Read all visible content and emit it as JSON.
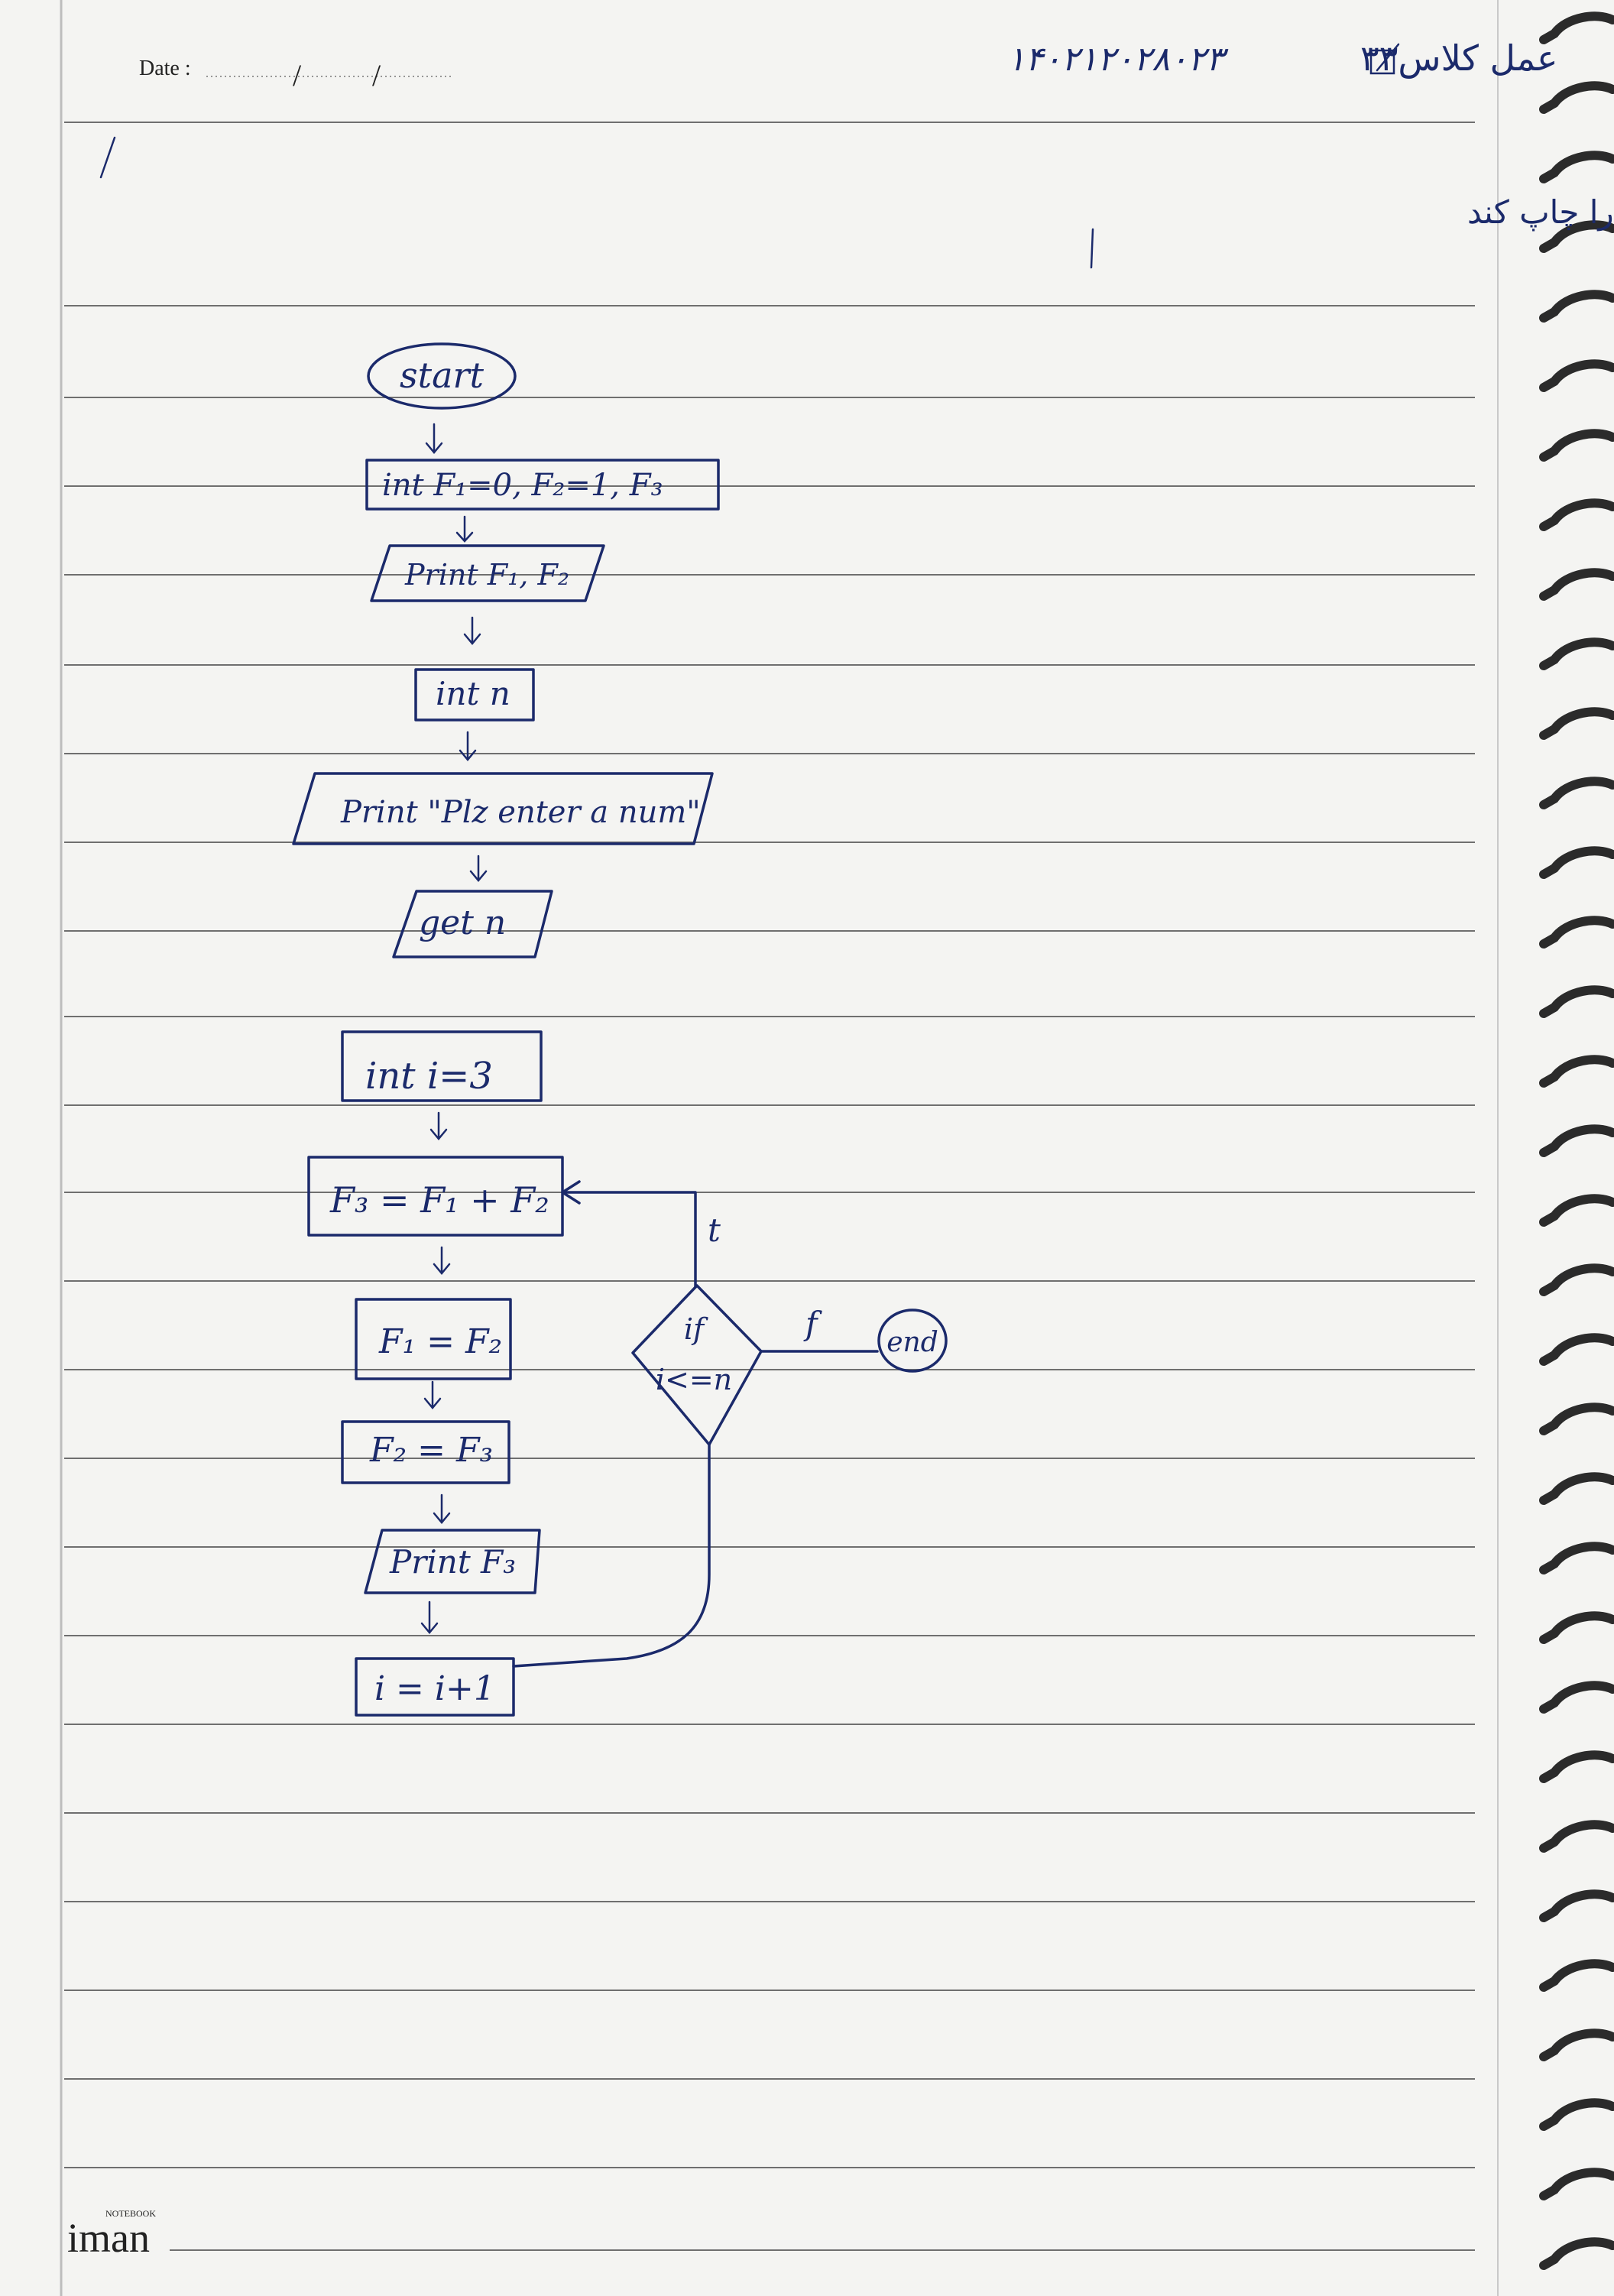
{
  "header": {
    "date_label": "Date :",
    "date_sep_1": "/",
    "date_sep_2": "/",
    "exercise_label": "عمل کلاس۳۳",
    "exercise_number": "۱۴۰۲۱۲۰۲۸۰۲۳"
  },
  "question": {
    "text": "فلوچارت برنامه‌ای را رسم کنید که یک عدد از ورودی گرفته و به همان تعداد جمله از دنباله فیبوناچی را چاپ کند"
  },
  "flowchart": {
    "start": "start",
    "init_vars": "int  F₁=0, F₂=1, F₃",
    "print_f1_f2": "Print F₁, F₂",
    "declare_n": "int n",
    "prompt": "Print \"Plz enter a num\"",
    "get_n": "get n",
    "init_i": "int i=3",
    "compute_f3": "F₃ = F₁ + F₂",
    "assign_f1": "F₁ = F₂",
    "assign_f2": "F₂ = F₃",
    "print_f3": "Print F₃",
    "increment_i": "i = i+1",
    "condition_if": "if",
    "condition_expr": "i<=n",
    "true_label": "t",
    "false_label": "f",
    "end": "end"
  },
  "footer": {
    "brand_small": "NOTEBOOK",
    "brand": "iman"
  }
}
